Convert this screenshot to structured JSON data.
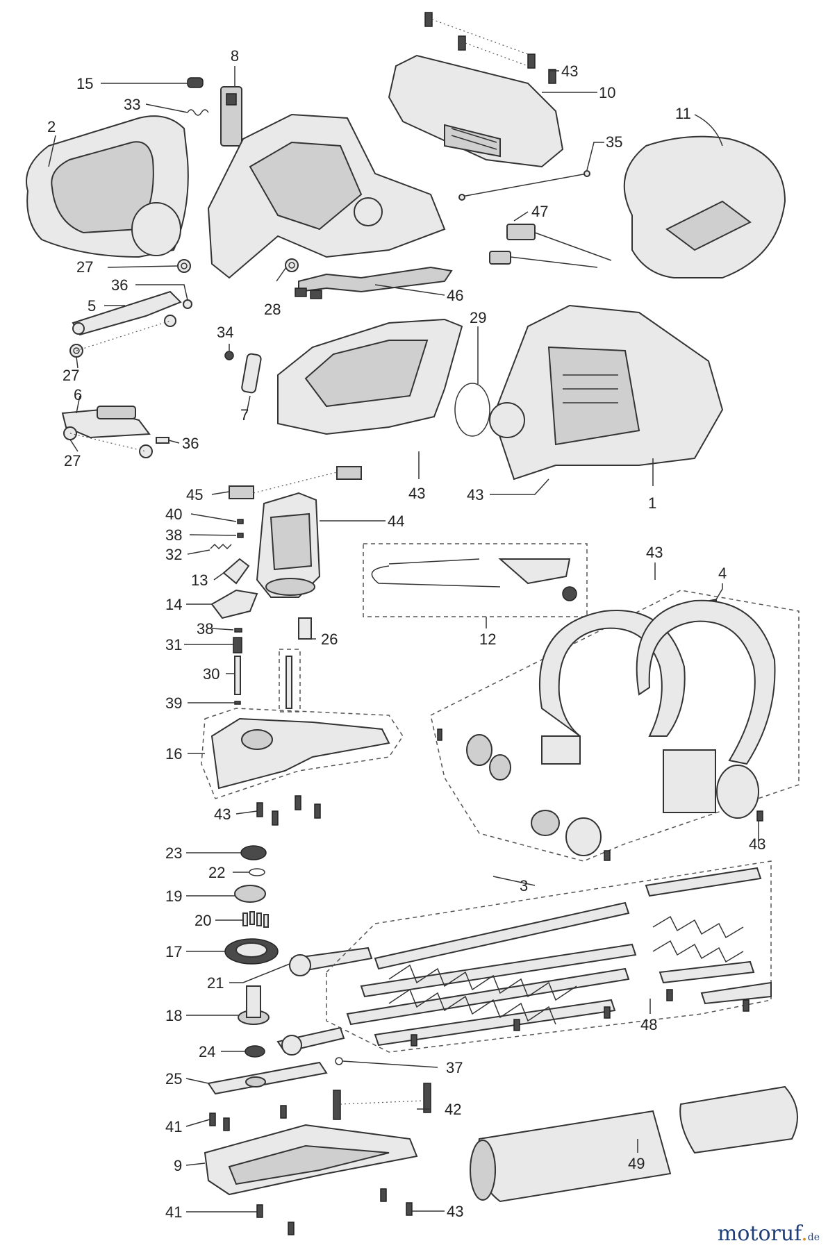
{
  "callouts": [
    {
      "id": "c8",
      "text": "8"
    },
    {
      "id": "c15",
      "text": "15"
    },
    {
      "id": "c33",
      "text": "33"
    },
    {
      "id": "c2",
      "text": "2"
    },
    {
      "id": "c43a",
      "text": "43"
    },
    {
      "id": "c10",
      "text": "10"
    },
    {
      "id": "c11",
      "text": "11"
    },
    {
      "id": "c35",
      "text": "35"
    },
    {
      "id": "c47",
      "text": "47"
    },
    {
      "id": "c27a",
      "text": "27"
    },
    {
      "id": "c28",
      "text": "28"
    },
    {
      "id": "c46",
      "text": "46"
    },
    {
      "id": "c36a",
      "text": "36"
    },
    {
      "id": "c5",
      "text": "5"
    },
    {
      "id": "c29",
      "text": "29"
    },
    {
      "id": "c27b",
      "text": "27"
    },
    {
      "id": "c34",
      "text": "34"
    },
    {
      "id": "c7",
      "text": "7"
    },
    {
      "id": "c6",
      "text": "6"
    },
    {
      "id": "c36b",
      "text": "36"
    },
    {
      "id": "c27c",
      "text": "27"
    },
    {
      "id": "c43b",
      "text": "43"
    },
    {
      "id": "c43c",
      "text": "43"
    },
    {
      "id": "c1",
      "text": "1"
    },
    {
      "id": "c45",
      "text": "45"
    },
    {
      "id": "c40",
      "text": "40"
    },
    {
      "id": "c44",
      "text": "44"
    },
    {
      "id": "c38a",
      "text": "38"
    },
    {
      "id": "c32",
      "text": "32"
    },
    {
      "id": "c13",
      "text": "13"
    },
    {
      "id": "c14",
      "text": "14"
    },
    {
      "id": "c43d",
      "text": "43"
    },
    {
      "id": "c4",
      "text": "4"
    },
    {
      "id": "c38b",
      "text": "38"
    },
    {
      "id": "c26",
      "text": "26"
    },
    {
      "id": "c12",
      "text": "12"
    },
    {
      "id": "c31",
      "text": "31"
    },
    {
      "id": "c30",
      "text": "30"
    },
    {
      "id": "c39",
      "text": "39"
    },
    {
      "id": "c16",
      "text": "16"
    },
    {
      "id": "c43e",
      "text": "43"
    },
    {
      "id": "c23",
      "text": "23"
    },
    {
      "id": "c22",
      "text": "22"
    },
    {
      "id": "c19",
      "text": "19"
    },
    {
      "id": "c20",
      "text": "20"
    },
    {
      "id": "c17",
      "text": "17"
    },
    {
      "id": "c21",
      "text": "21"
    },
    {
      "id": "c18",
      "text": "18"
    },
    {
      "id": "c24",
      "text": "24"
    },
    {
      "id": "c37",
      "text": "37"
    },
    {
      "id": "c25",
      "text": "25"
    },
    {
      "id": "c42",
      "text": "42"
    },
    {
      "id": "c41a",
      "text": "41"
    },
    {
      "id": "c9",
      "text": "9"
    },
    {
      "id": "c41b",
      "text": "41"
    },
    {
      "id": "c43f",
      "text": "43"
    },
    {
      "id": "c3",
      "text": "3"
    },
    {
      "id": "c43g",
      "text": "43"
    },
    {
      "id": "c48",
      "text": "48"
    },
    {
      "id": "c49",
      "text": "49"
    }
  ],
  "logo": {
    "main": "motoruf",
    "accent": ".",
    "suffix": "de"
  },
  "colors": {
    "line": "#333333",
    "part_fill": "#e9e9e9",
    "logo_blue": "#1f3f7a",
    "logo_orange": "#d98a1a"
  }
}
